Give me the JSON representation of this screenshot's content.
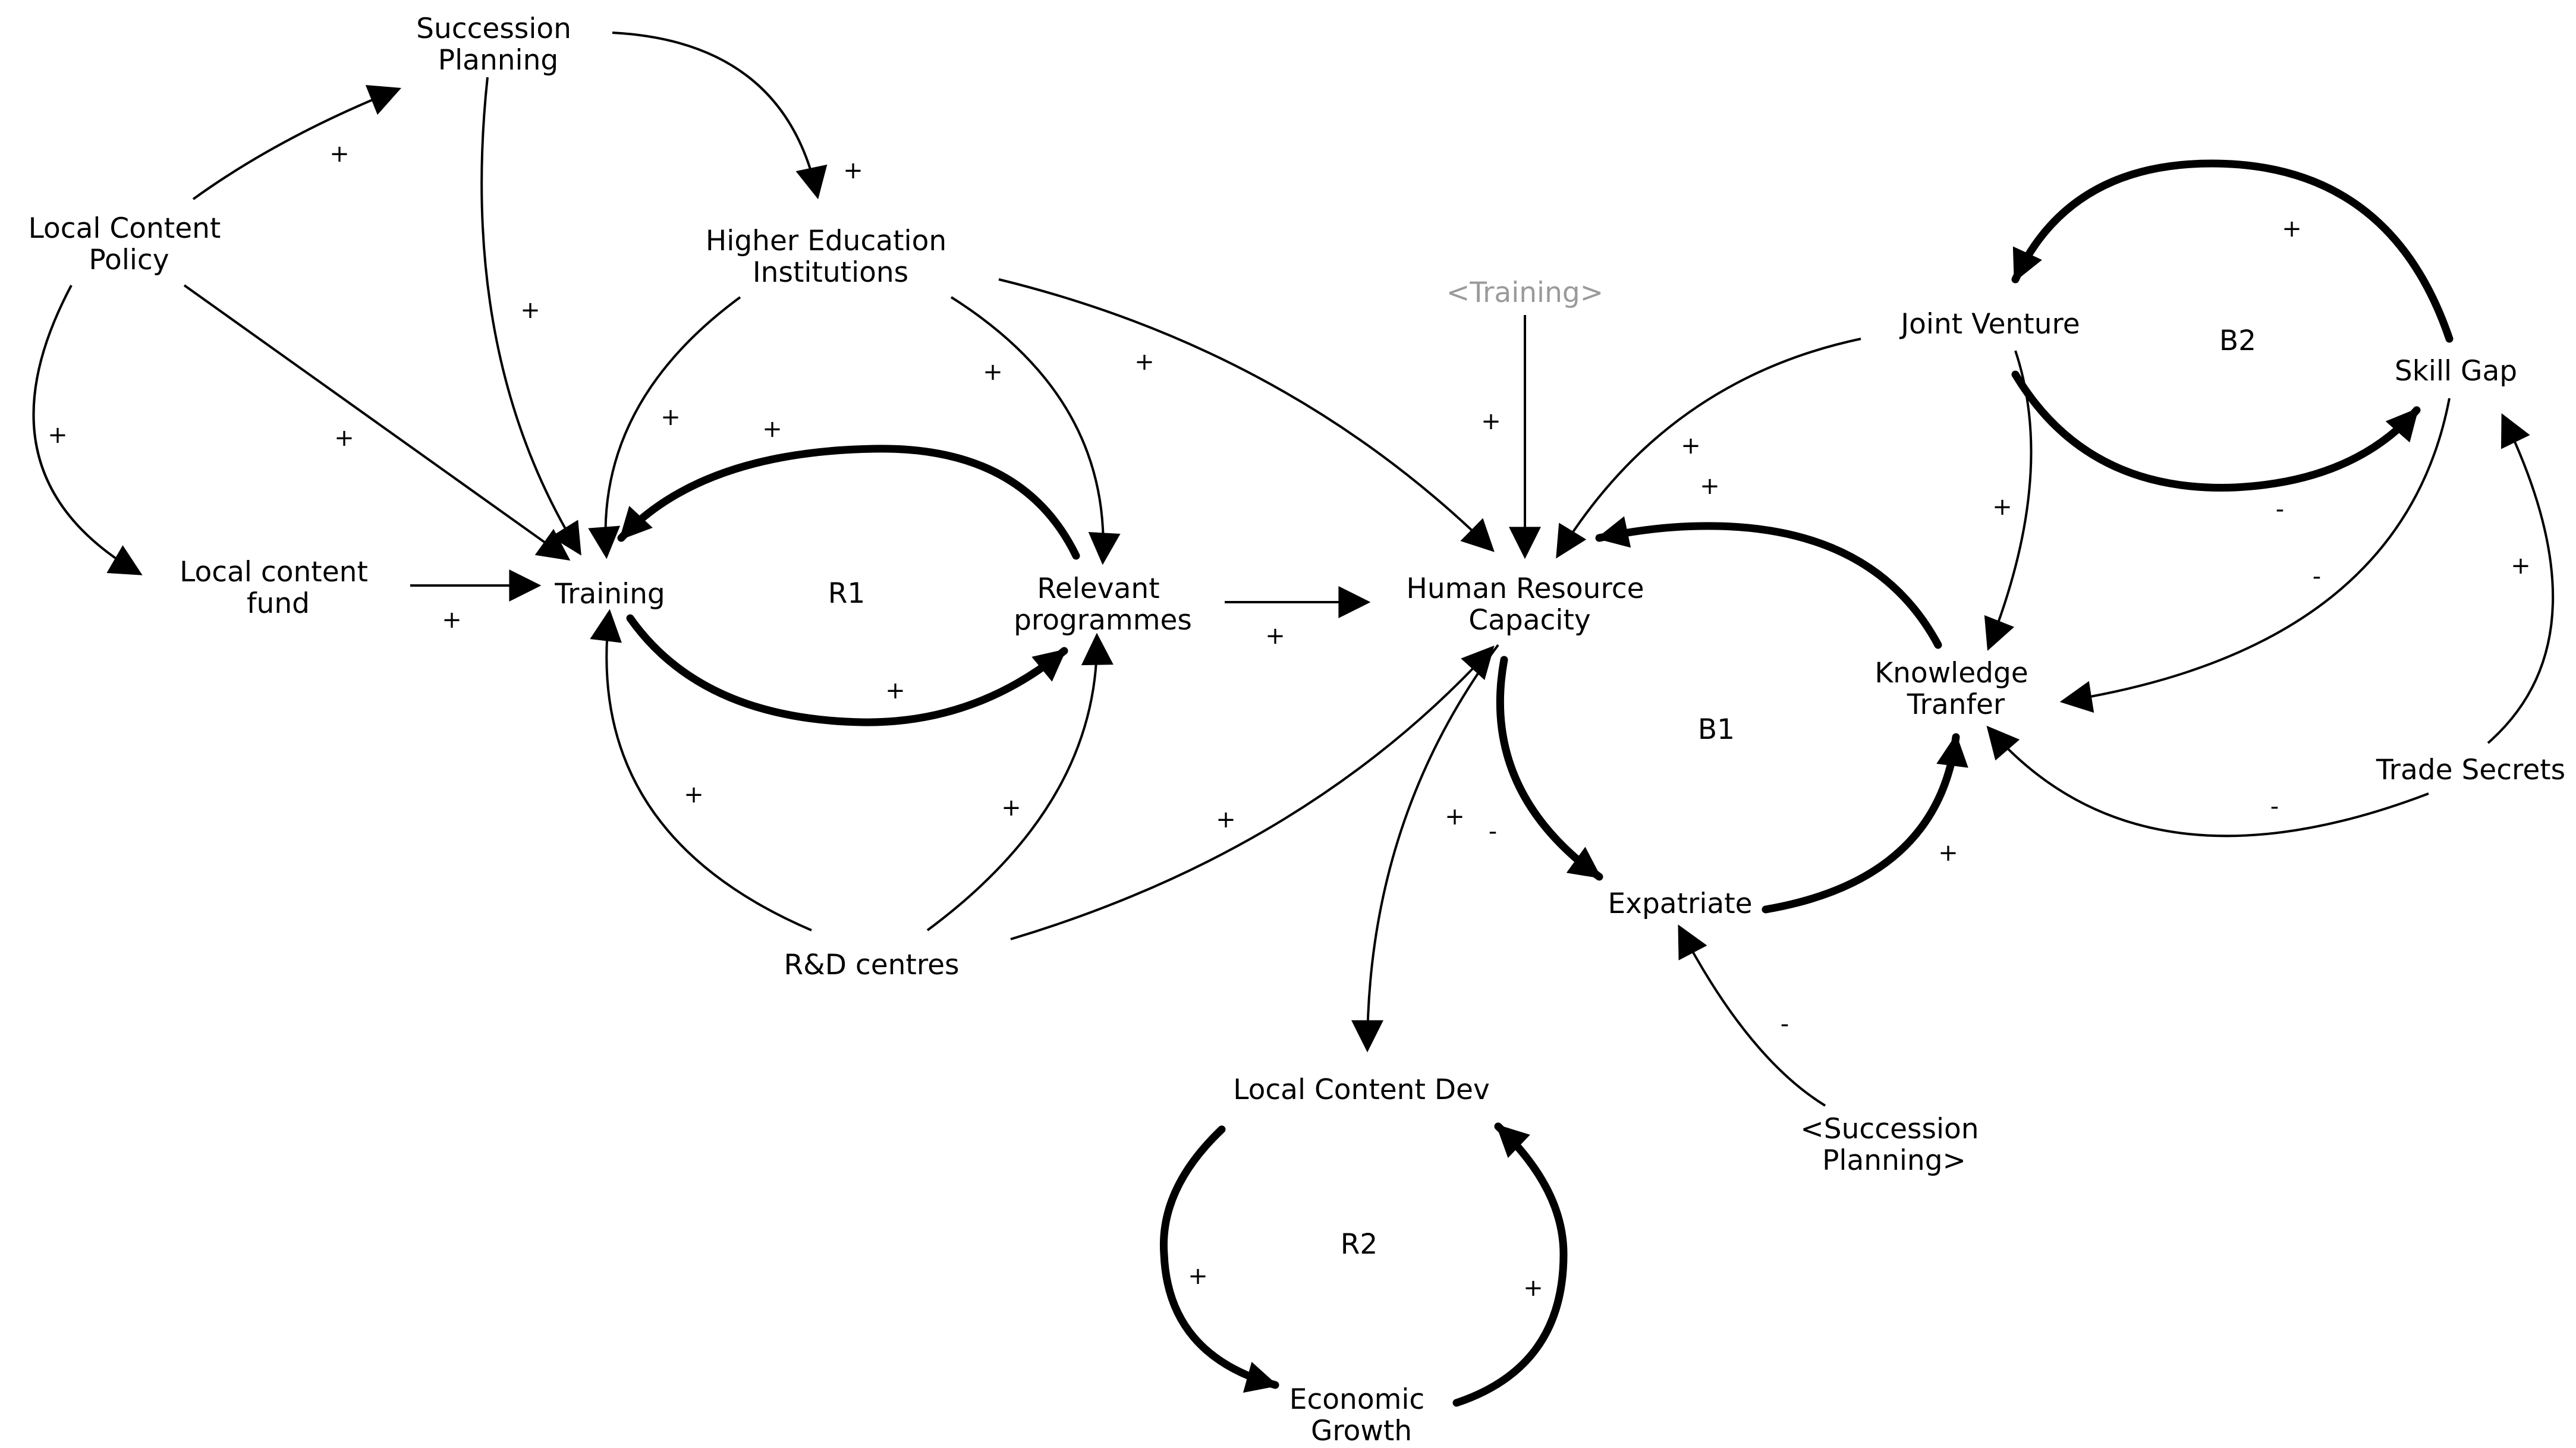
{
  "nodes": {
    "succession_planning": [
      "Succession",
      "Planning"
    ],
    "local_content_policy": [
      "Local Content",
      "Policy"
    ],
    "higher_education": [
      "Higher Education",
      "Institutions"
    ],
    "local_content_fund": [
      "Local content",
      "fund"
    ],
    "training": "Training",
    "relevant_programmes": [
      "Relevant",
      "programmes"
    ],
    "training_shadow": "<Training>",
    "human_resource_capacity": [
      "Human Resource",
      "Capacity"
    ],
    "joint_venture": "Joint Venture",
    "skill_gap": "Skill Gap",
    "knowledge_transfer": [
      "Knowledge",
      "Tranfer"
    ],
    "trade_secrets": "Trade Secrets",
    "expatriate": "Expatriate",
    "rd_centres": "R&D centres",
    "local_content_dev": "Local Content Dev",
    "economic_growth": [
      "Economic",
      "Growth"
    ],
    "succession_planning_shadow": [
      "<Succession",
      "Planning>"
    ]
  },
  "loops": {
    "r1": "R1",
    "r2": "R2",
    "b1": "B1",
    "b2": "B2"
  },
  "polarities": {
    "plus": "+",
    "minus": "-"
  }
}
